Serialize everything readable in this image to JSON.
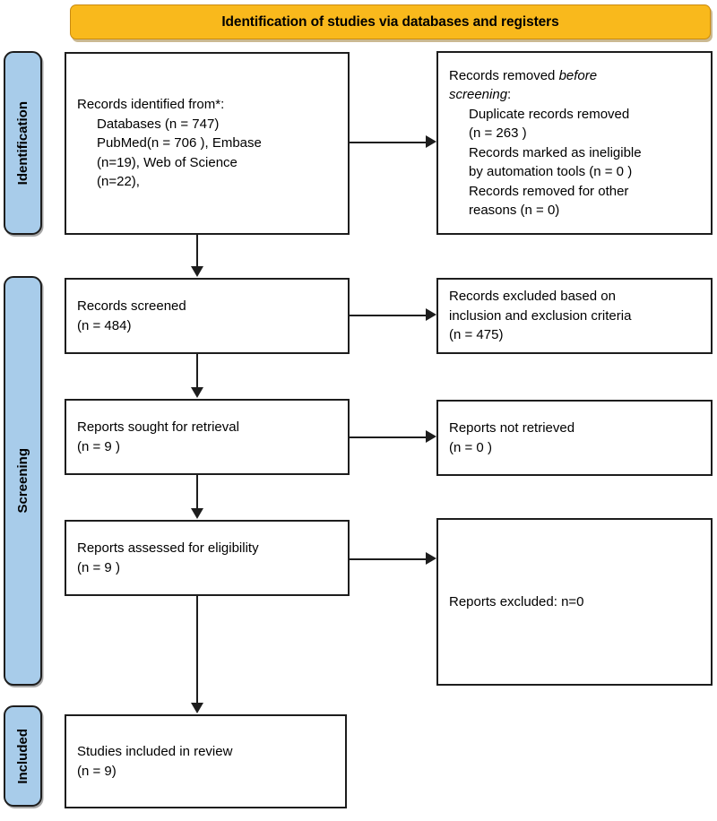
{
  "header": {
    "title": "Identification of studies via databases and registers",
    "background_color": "#F9B91C"
  },
  "stages": {
    "background_color": "#A8CCEA",
    "identification": "Identification",
    "screening": "Screening",
    "included": "Included"
  },
  "boxes": {
    "identified": {
      "lines": [
        "Records identified from*:",
        "Databases (n = 747)",
        "PubMed(n = 706 ), Embase",
        "(n=19), Web of Science",
        "(n=22),"
      ]
    },
    "removed": {
      "line1_a": "Records removed ",
      "line1_b": "before",
      "line2_a": "screening",
      "line2_b": ":",
      "lines": [
        "Duplicate records removed",
        "(n = 263 )",
        "Records marked as ineligible",
        "by automation tools (n = 0 )",
        "Records removed for other",
        "reasons (n = 0)"
      ]
    },
    "screened": {
      "lines": [
        "Records screened",
        "(n = 484)"
      ]
    },
    "excluded": {
      "lines": [
        "Records excluded based on",
        "inclusion and exclusion criteria",
        "(n = 475)"
      ]
    },
    "sought": {
      "lines": [
        "Reports sought for retrieval",
        "(n = 9 )"
      ]
    },
    "not_retrieved": {
      "lines": [
        "Reports not retrieved",
        "(n = 0 )"
      ]
    },
    "assessed": {
      "lines": [
        "Reports assessed for eligibility",
        "(n = 9 )"
      ]
    },
    "reports_excluded": {
      "lines": [
        "Reports excluded: n=0"
      ]
    },
    "included": {
      "lines": [
        "Studies included in review",
        "(n = 9)"
      ]
    }
  },
  "chart_data": {
    "type": "diagram",
    "title": "PRISMA 2020 flow diagram",
    "nodes": [
      {
        "id": "identified",
        "stage": "Identification",
        "label": "Records identified from*: Databases (n = 747) PubMed(n = 706 ), Embase (n=19), Web of Science (n=22),",
        "n": 747
      },
      {
        "id": "removed",
        "stage": "Identification",
        "label": "Records removed before screening",
        "duplicates": 263,
        "ineligible_automation": 0,
        "other_reasons": 0
      },
      {
        "id": "screened",
        "stage": "Screening",
        "label": "Records screened",
        "n": 484
      },
      {
        "id": "excluded",
        "stage": "Screening",
        "label": "Records excluded based on inclusion and exclusion criteria",
        "n": 475
      },
      {
        "id": "sought",
        "stage": "Screening",
        "label": "Reports sought for retrieval",
        "n": 9
      },
      {
        "id": "not_retrieved",
        "stage": "Screening",
        "label": "Reports not retrieved",
        "n": 0
      },
      {
        "id": "assessed",
        "stage": "Screening",
        "label": "Reports assessed for eligibility",
        "n": 9
      },
      {
        "id": "reports_excluded",
        "stage": "Screening",
        "label": "Reports excluded",
        "n": 0
      },
      {
        "id": "included",
        "stage": "Included",
        "label": "Studies included in review",
        "n": 9
      }
    ],
    "edges": [
      {
        "from": "identified",
        "to": "removed",
        "direction": "right"
      },
      {
        "from": "identified",
        "to": "screened",
        "direction": "down"
      },
      {
        "from": "screened",
        "to": "excluded",
        "direction": "right"
      },
      {
        "from": "screened",
        "to": "sought",
        "direction": "down"
      },
      {
        "from": "sought",
        "to": "not_retrieved",
        "direction": "right"
      },
      {
        "from": "sought",
        "to": "assessed",
        "direction": "down"
      },
      {
        "from": "assessed",
        "to": "reports_excluded",
        "direction": "right"
      },
      {
        "from": "assessed",
        "to": "included",
        "direction": "down"
      }
    ]
  }
}
